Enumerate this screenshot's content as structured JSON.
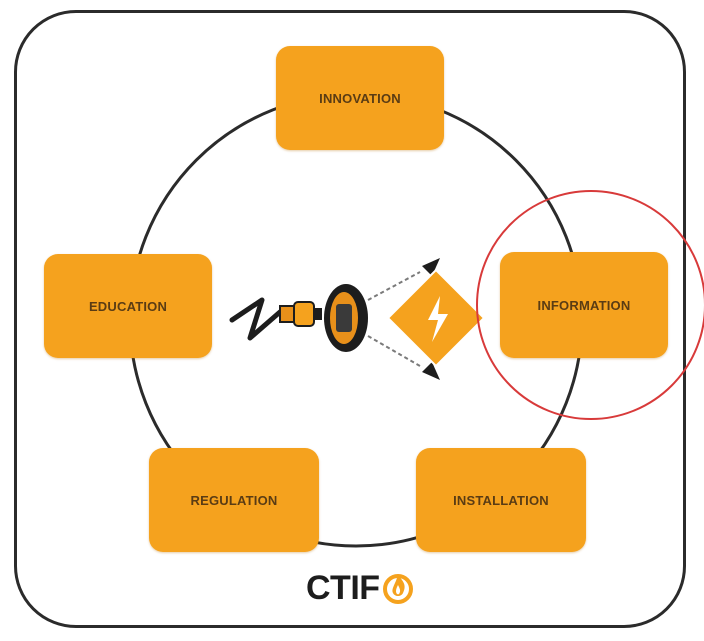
{
  "pillars": {
    "innovation": "INNOVATION",
    "education": "EDUCATION",
    "information": "INFORMATION",
    "regulation": "REGULATION",
    "installation": "INSTALLATION"
  },
  "logo": {
    "text": "CTIF"
  },
  "colors": {
    "accent": "#f5a21e",
    "highlight_circle": "#d83a3a",
    "ring": "#2b2b2b"
  },
  "icons": [
    "cable-plug-icon",
    "lightning-warning-icon",
    "flame-icon"
  ]
}
